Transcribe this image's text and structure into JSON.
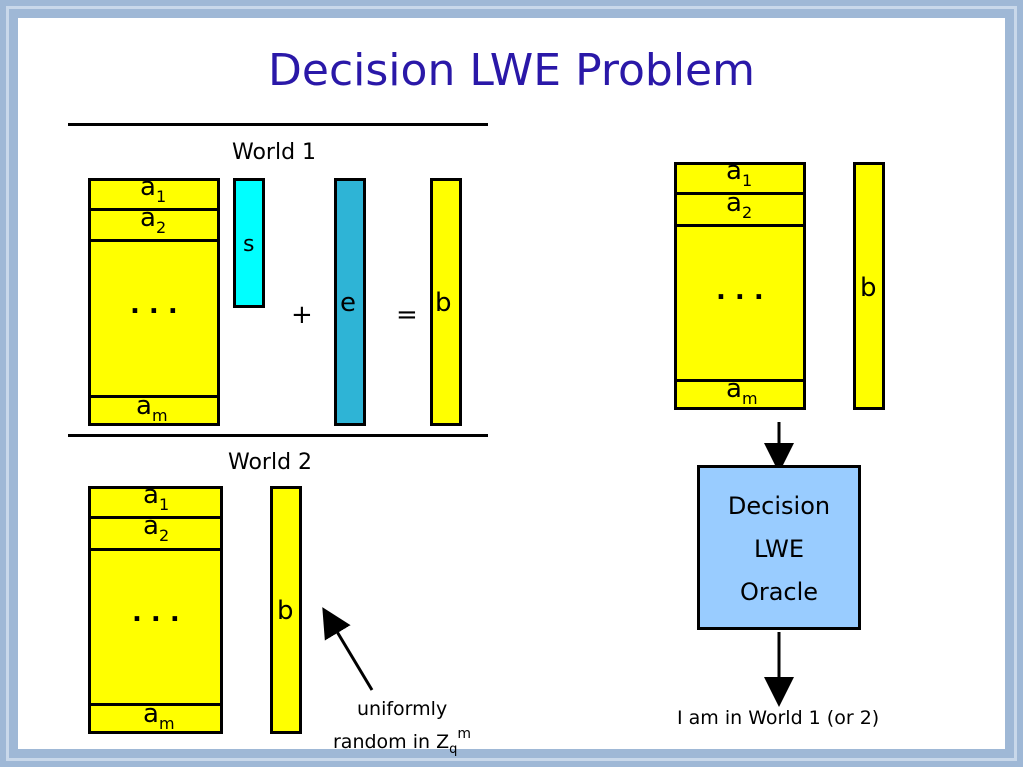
{
  "title": "Decision LWE Problem",
  "world1": {
    "label": "World 1",
    "rows": [
      "a",
      "1",
      "a",
      "2",
      "a",
      "m"
    ],
    "ellipsis": ". . .",
    "s": "s",
    "plus": "+",
    "e": "e",
    "equals": "=",
    "b": "b"
  },
  "world2": {
    "label": "World 2",
    "rows": [
      "a",
      "1",
      "a",
      "2",
      "a",
      "m"
    ],
    "ellipsis": ". . .",
    "b": "b",
    "note_line1": "uniformly",
    "note_line2": "random in Z",
    "note_sub": "q",
    "note_sup": "m"
  },
  "right": {
    "rows": [
      "a",
      "1",
      "a",
      "2",
      "a",
      "m"
    ],
    "ellipsis": ". . .",
    "b": "b",
    "oracle": [
      "Decision",
      "LWE",
      "Oracle"
    ],
    "output": "I am in World 1 (or 2)"
  },
  "colors": {
    "title": "#2a18a8",
    "matrix": "#ffff00",
    "s_vector": "#00ffff",
    "e_vector": "#2eb4d6",
    "oracle": "#99ccff"
  }
}
